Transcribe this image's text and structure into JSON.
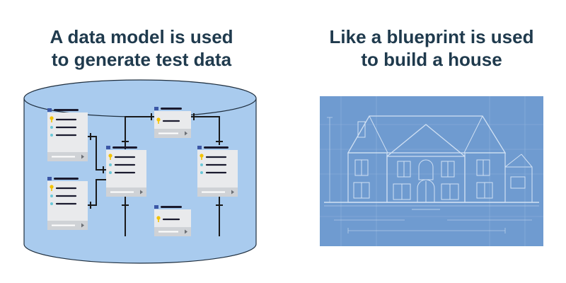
{
  "left_panel": {
    "heading_line1": "A data model is used",
    "heading_line2": "to generate test data"
  },
  "right_panel": {
    "heading_line1": "Like a blueprint is used",
    "heading_line2": "to build a house"
  },
  "colors": {
    "heading": "#1f3a4d",
    "cylinder_fill": "#a9cbee",
    "cylinder_stroke": "#1f2f3f",
    "table_body": "#e9eaec",
    "table_footer": "#cfd2d6",
    "table_header_bar": "#1a1a2e",
    "table_header_square": "#3b57a6",
    "key_icon": "#f2c200",
    "field_dot": "#69c7d8",
    "blueprint_bg": "#6f9bd0",
    "blueprint_line": "#dbe8f7"
  },
  "icons": {
    "tables": "database-table-icon",
    "key": "primary-key-icon",
    "house": "house-blueprint-illustration"
  }
}
